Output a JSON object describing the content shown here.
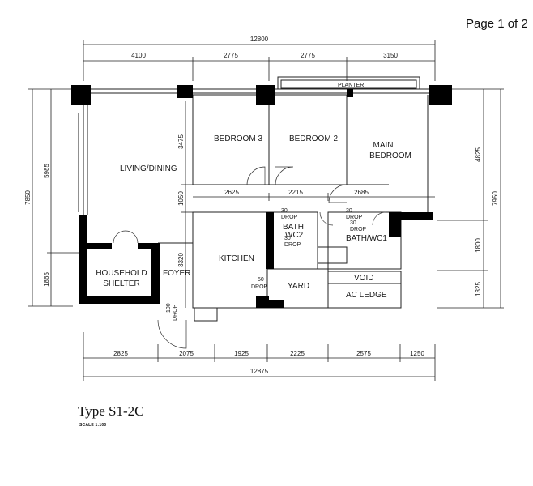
{
  "page_number": "Page 1 of 2",
  "title": "Type S1-2C",
  "scale": "SCALE 1:100",
  "rooms": {
    "bedroom3": "BEDROOM 3",
    "bedroom2": "BEDROOM 2",
    "main_bedroom_line1": "MAIN",
    "main_bedroom_line2": "BEDROOM",
    "living_dining": "LIVING/DINING",
    "kitchen": "KITCHEN",
    "household_shelter_line1": "HOUSEHOLD",
    "household_shelter_line2": "SHELTER",
    "foyer": "FOYER",
    "yard": "YARD",
    "bath_wc2_line1": "BATH",
    "bath_wc2_line2": "WC2",
    "bath_wc1": "BATH/WC1",
    "void": "VOID",
    "ac_ledge": "AC LEDGE",
    "planter": "PLANTER"
  },
  "drops": {
    "drop_50": "50",
    "drop_30": "30",
    "drop_100": "100",
    "drop_label": "DROP"
  },
  "dimensions": {
    "top_total": "12800",
    "top_segments": [
      "4100",
      "2775",
      "2775",
      "3150"
    ],
    "bottom_total": "12875",
    "bottom_segments": [
      "2825",
      "2075",
      "1925",
      "2225",
      "2575",
      "1250"
    ],
    "left_outer": "7850",
    "left_upper": "5985",
    "left_lower": "1865",
    "right_outer": "7950",
    "right_upper": "4825",
    "right_mid": "1800",
    "right_lower": "1325",
    "inner_3475": "3475",
    "inner_1050": "1050",
    "inner_3320": "3320",
    "inner_2625": "2625",
    "inner_2215": "2215",
    "inner_2685": "2685"
  }
}
